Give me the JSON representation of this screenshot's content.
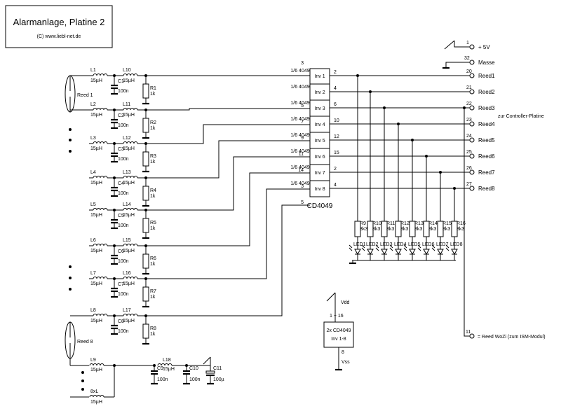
{
  "title_box": {
    "title": "Alarmanlage, Platine 2",
    "copyright": "(C) www.liebl-net.de"
  },
  "reed_contacts": [
    "Reed 1",
    "Reed 8"
  ],
  "input_inductors": [
    {
      "name": "L1",
      "value": "15µH"
    },
    {
      "name": "L2",
      "value": "15µH"
    },
    {
      "name": "L3",
      "value": "15µH"
    },
    {
      "name": "L4",
      "value": "15µH"
    },
    {
      "name": "L5",
      "value": "15µH"
    },
    {
      "name": "L6",
      "value": "15µH"
    },
    {
      "name": "L7",
      "value": "15µH"
    },
    {
      "name": "L8",
      "value": "15µH"
    }
  ],
  "series_inductors": [
    {
      "name": "L10",
      "value": "15µH"
    },
    {
      "name": "L11",
      "value": "15µH"
    },
    {
      "name": "L12",
      "value": "15µH"
    },
    {
      "name": "L13",
      "value": "15µH"
    },
    {
      "name": "L14",
      "value": "15µH"
    },
    {
      "name": "L15",
      "value": "15µH"
    },
    {
      "name": "L16",
      "value": "15µH"
    },
    {
      "name": "L17",
      "value": "15µH"
    }
  ],
  "capacitors": [
    {
      "name": "C1",
      "value": "100n"
    },
    {
      "name": "C2",
      "value": "100n"
    },
    {
      "name": "C3",
      "value": "100n"
    },
    {
      "name": "C4",
      "value": "100n"
    },
    {
      "name": "C5",
      "value": "100n"
    },
    {
      "name": "C6",
      "value": "100n"
    },
    {
      "name": "C7",
      "value": "100n"
    },
    {
      "name": "C8",
      "value": "100n"
    }
  ],
  "pulldown_resistors": [
    {
      "name": "R1",
      "value": "1k"
    },
    {
      "name": "R2",
      "value": "1k"
    },
    {
      "name": "R3",
      "value": "1k"
    },
    {
      "name": "R4",
      "value": "1k"
    },
    {
      "name": "R5",
      "value": "1k"
    },
    {
      "name": "R6",
      "value": "1k"
    },
    {
      "name": "R7",
      "value": "1k"
    },
    {
      "name": "R8",
      "value": "1k"
    }
  ],
  "ic": {
    "name": "CD4049",
    "gates": [
      {
        "type": "1/6 4049",
        "label": "Inv 1",
        "in_pin": "3",
        "out_pin": "2"
      },
      {
        "type": "1/6 4049",
        "label": "Inv 2",
        "in_pin": "5",
        "out_pin": "4"
      },
      {
        "type": "1/6 4049",
        "label": "Inv 3",
        "in_pin": "7",
        "out_pin": "6"
      },
      {
        "type": "1/6 4049",
        "label": "Inv 4",
        "in_pin": "9",
        "out_pin": "10"
      },
      {
        "type": "1/6 4049",
        "label": "Inv 5",
        "in_pin": "11",
        "out_pin": "12"
      },
      {
        "type": "1/6 4049",
        "label": "Inv 6",
        "in_pin": "14",
        "out_pin": "15"
      },
      {
        "type": "1/6 4049",
        "label": "Inv 7",
        "in_pin": "3",
        "out_pin": "2"
      },
      {
        "type": "1/6 4049",
        "label": "Inv 8",
        "in_pin": "5",
        "out_pin": "4"
      }
    ]
  },
  "supply_connectors": [
    {
      "pin": "1",
      "label": "+ 5V"
    },
    {
      "pin": "32",
      "label": "Masse"
    }
  ],
  "output_connectors": [
    {
      "pin": "20",
      "label": "Reed1"
    },
    {
      "pin": "21",
      "label": "Reed2"
    },
    {
      "pin": "22",
      "label": "Reed3"
    },
    {
      "pin": "23",
      "label": "Reed4"
    },
    {
      "pin": "24",
      "label": "Reed5"
    },
    {
      "pin": "25",
      "label": "Reed6"
    },
    {
      "pin": "26",
      "label": "Reed7"
    },
    {
      "pin": "27",
      "label": "Reed8"
    }
  ],
  "controller_note": "zur Controller-Platine",
  "led_resistors": [
    {
      "name": "R9",
      "value": "3k3"
    },
    {
      "name": "R10",
      "value": "3k3"
    },
    {
      "name": "R11",
      "value": "3k3"
    },
    {
      "name": "R12",
      "value": "3k3"
    },
    {
      "name": "R13",
      "value": "3k3"
    },
    {
      "name": "R14",
      "value": "3k3"
    },
    {
      "name": "R15",
      "value": "3k3"
    },
    {
      "name": "R16",
      "value": "3k3"
    }
  ],
  "leds": [
    "LED1",
    "LED2",
    "LED3",
    "LED4",
    "LED5",
    "LED6",
    "LED7",
    "LED8"
  ],
  "ism_output": {
    "pin": "11",
    "label": "= Reed WoZi (zum ISM-Modul)"
  },
  "power_box": {
    "vdd": "Vdd",
    "vdd_pins": "1 + 16",
    "line1": "2x CD4049",
    "line2": "Inv 1-8",
    "vss_pin": "8",
    "vss": "Vss"
  },
  "filter": {
    "l9": {
      "name": "L9",
      "value": "15µH"
    },
    "l18": {
      "name": "L18",
      "value": "15µH"
    },
    "c9": {
      "name": "C9",
      "value": "100n"
    },
    "c10": {
      "name": "C10",
      "value": "100n"
    },
    "c11": {
      "name": "C11",
      "value": "100µ"
    },
    "bottom": {
      "name": "8xL",
      "value": "15µH"
    }
  }
}
